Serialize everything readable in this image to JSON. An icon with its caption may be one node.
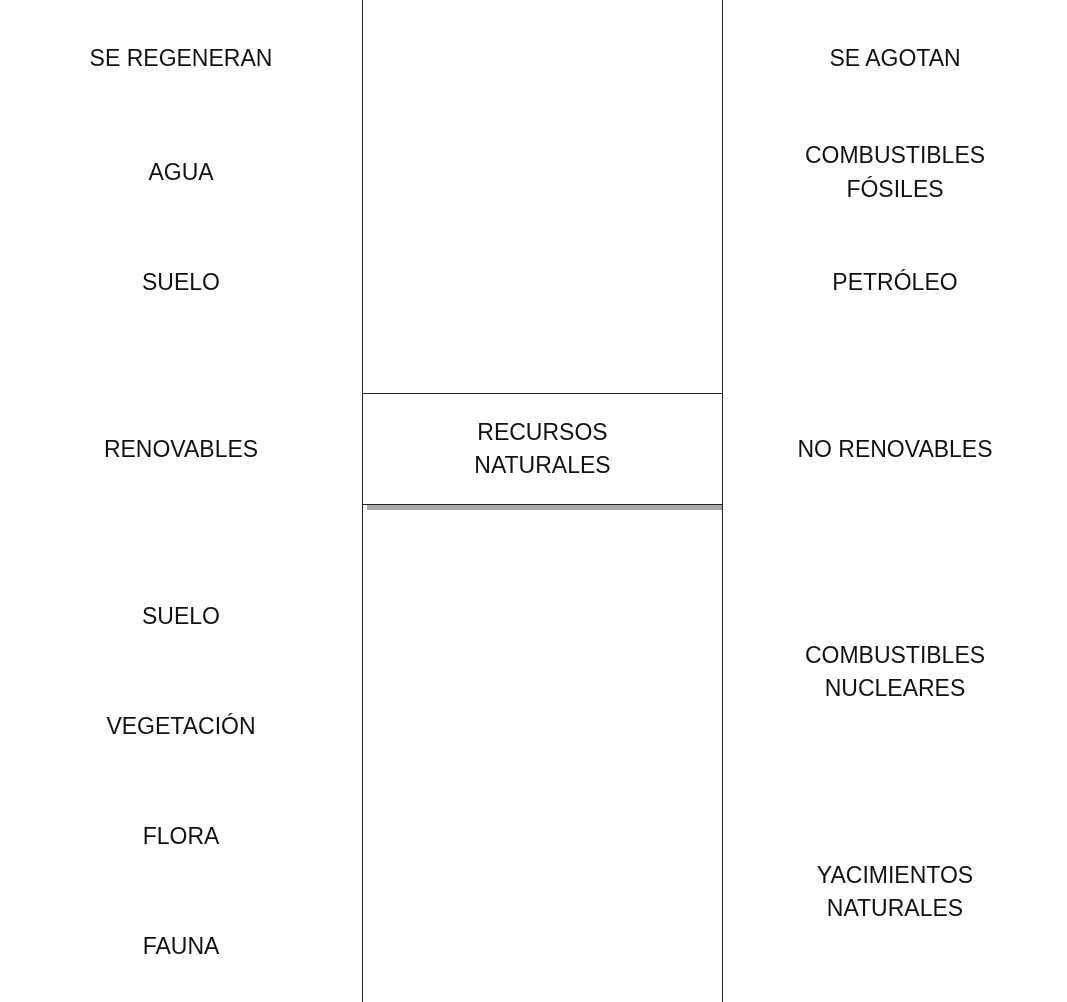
{
  "diagram": {
    "nodes": [
      {
        "text": [
          "SE REGENERAN"
        ]
      },
      {
        "text": [
          "AGUA"
        ]
      },
      {
        "text": [
          "SUELO"
        ]
      },
      {
        "text": [
          "RENOVABLES"
        ]
      },
      {
        "text": [
          "SUELO"
        ]
      },
      {
        "text": [
          "VEGETACIÓN"
        ]
      },
      {
        "text": [
          "FLORA"
        ]
      },
      {
        "text": [
          "FAUNA"
        ]
      },
      {
        "text": [
          "RECURSOS NATURALES"
        ]
      },
      {
        "text": [
          "SE AGOTAN"
        ]
      },
      {
        "text": [
          "COMBUSTIBLES FÓSILES"
        ]
      },
      {
        "text": [
          "PETRÓLEO"
        ]
      },
      {
        "text": [
          "NO RENOVABLES"
        ]
      },
      {
        "text": [
          "COMBUSTIBLES NUCLEARES"
        ]
      },
      {
        "text": [
          "YACIMIENTOS NATURALES"
        ]
      }
    ],
    "edges": []
  }
}
